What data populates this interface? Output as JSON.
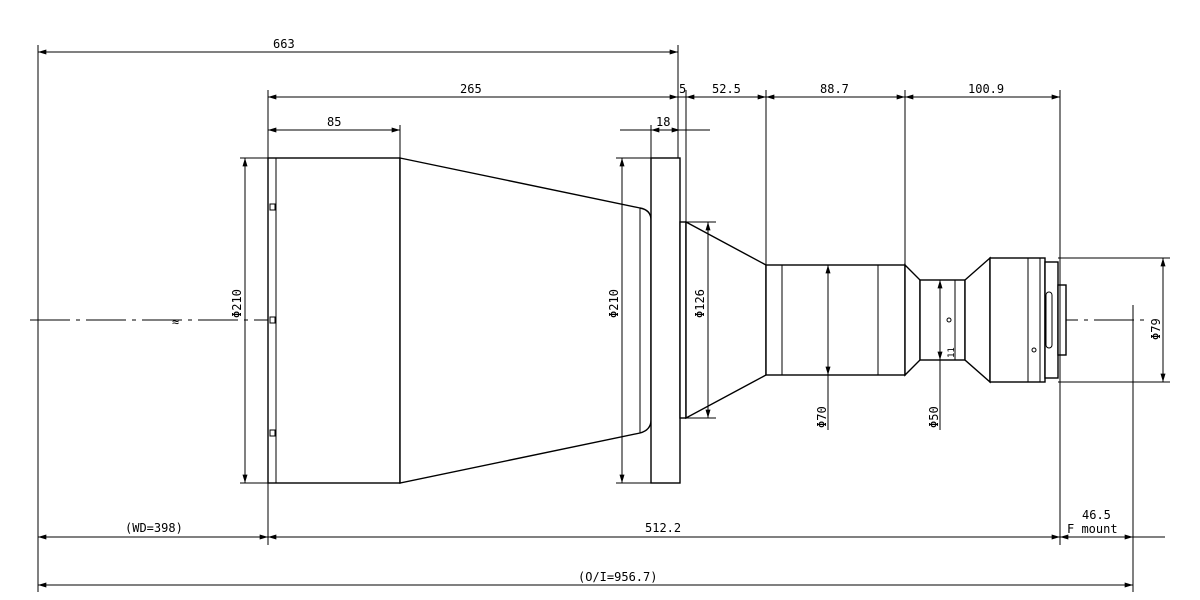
{
  "dimensions": {
    "overall_length": "663",
    "front_to_flange": "265",
    "hood_length": "85",
    "flange_thickness": "18",
    "flange_step": "5",
    "section_1": "52.5",
    "section_2": "88.7",
    "section_3": "100.9",
    "front_diameter": "Φ210",
    "flange_diameter": "Φ210",
    "step_diameter": "Φ126",
    "tube_diameter": "Φ70",
    "iris_diameter": "Φ50",
    "rear_diameter": "Φ79",
    "working_distance": "(WD=398)",
    "lens_length": "512.2",
    "flange_back": "46.5",
    "mount": "F mount",
    "object_to_image": "(O/I=956.7)",
    "iris_marks": "11"
  }
}
